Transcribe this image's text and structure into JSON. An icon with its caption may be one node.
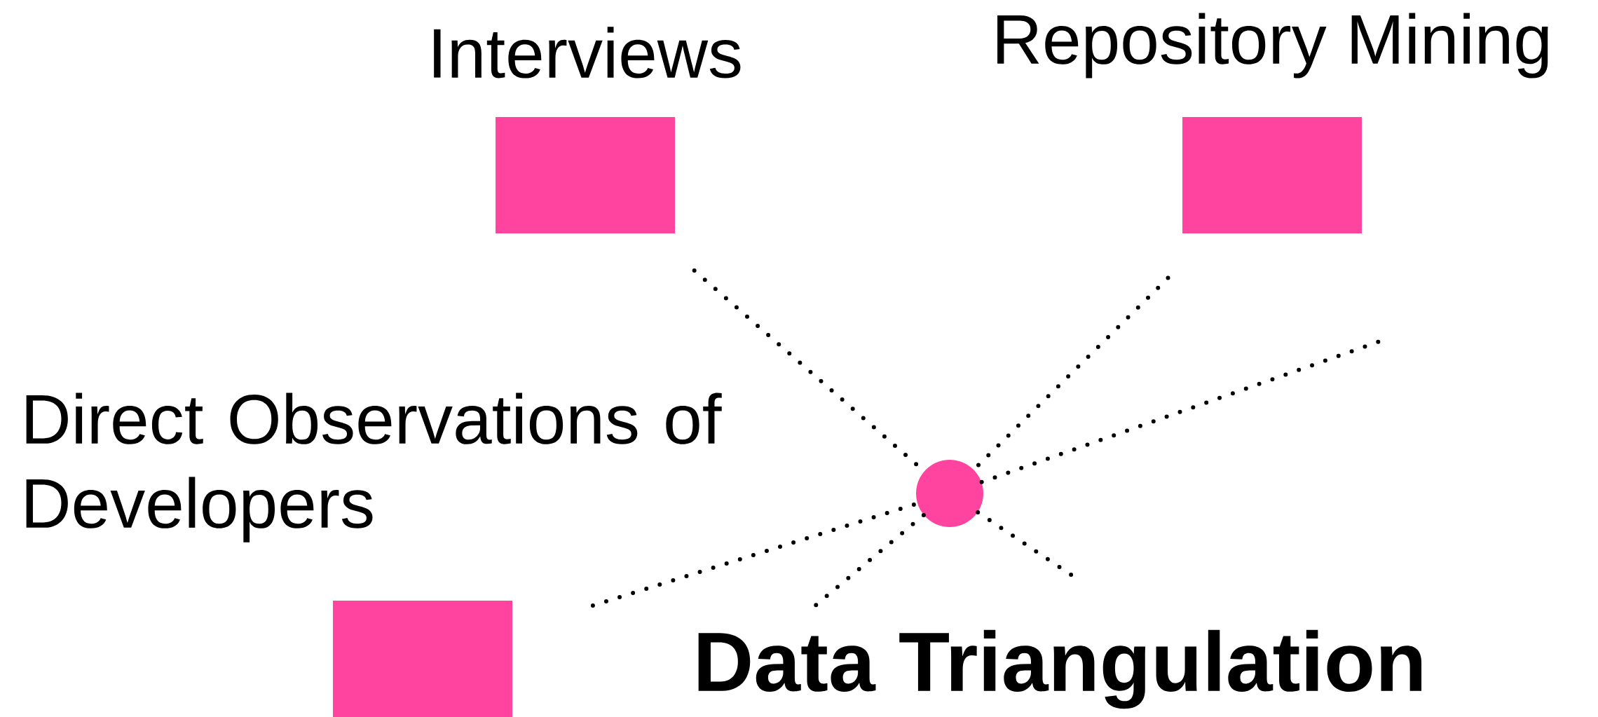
{
  "diagram": {
    "title": "Data Triangulation",
    "nodes": [
      {
        "text": [
          "Interviews"
        ]
      },
      {
        "text": [
          "Repository Mining"
        ]
      },
      {
        "text": [
          "Direct Observations of Developers"
        ]
      },
      {
        "text": [],
        "shape": "circle"
      }
    ],
    "edges": [
      {
        "from": 0,
        "to": 3,
        "arrow": "none",
        "style": "dashed"
      },
      {
        "from": 1,
        "to": 3,
        "arrow": "none",
        "style": "dashed"
      },
      {
        "from": 2,
        "to": 3,
        "arrow": "none",
        "style": "dashed"
      },
      {
        "from": 3,
        "to": null,
        "arrow": "none",
        "style": "dashed"
      },
      {
        "from": 3,
        "to": null,
        "arrow": "none",
        "style": "dashed"
      },
      {
        "from": 3,
        "to": null,
        "arrow": "none",
        "style": "dashed"
      }
    ]
  }
}
